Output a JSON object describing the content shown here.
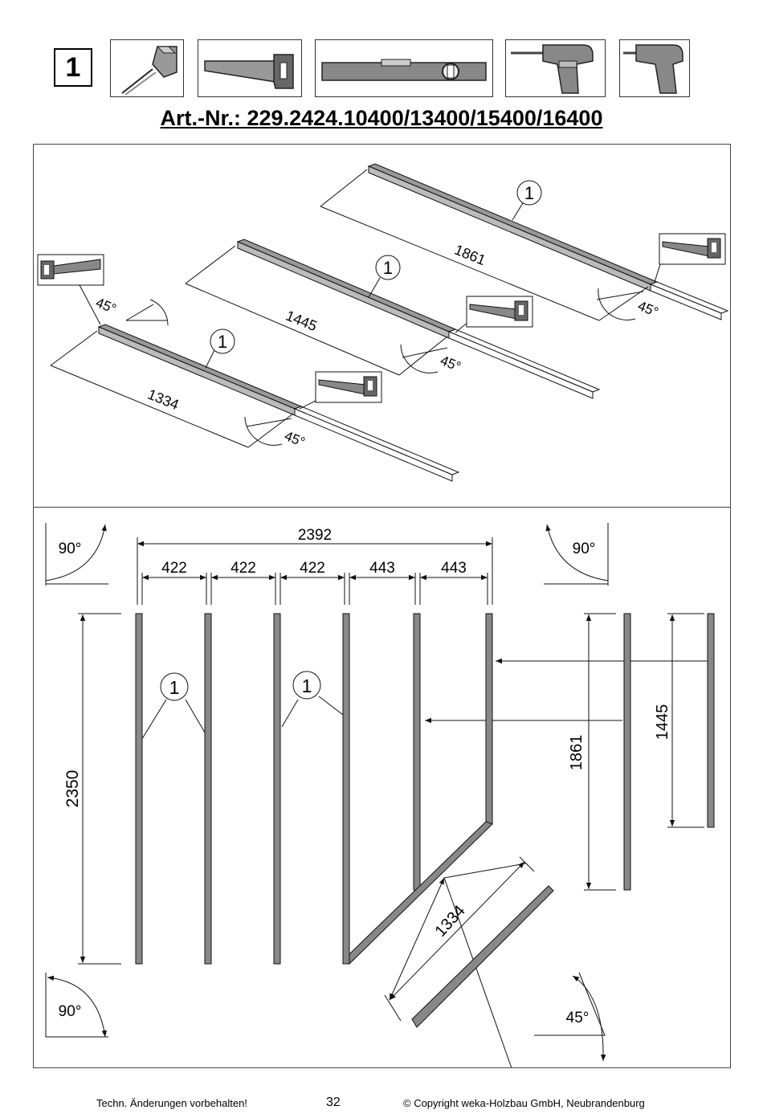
{
  "step_number": "1",
  "tools": [
    {
      "name": "tape-measure"
    },
    {
      "name": "hand-saw"
    },
    {
      "name": "spirit-level"
    },
    {
      "name": "drill"
    },
    {
      "name": "cordless-drill"
    }
  ],
  "article_line": "Art.-Nr.: 229.2424.10400/13400/15400/16400",
  "top_panel": {
    "part_number": "1",
    "lengths": [
      "1861",
      "1445",
      "1334"
    ],
    "angle": "45°"
  },
  "bottom_panel": {
    "total_width": "2392",
    "spacings": [
      "422",
      "422",
      "422",
      "443",
      "443"
    ],
    "height": "2350",
    "brace_length": "1334",
    "side_lengths": [
      "1861",
      "1445"
    ],
    "angles": [
      "90°",
      "90°",
      "90°",
      "45°"
    ],
    "part_number": "1"
  },
  "footer": {
    "left": "Techn. Änderungen vorbehalten!",
    "page": "32",
    "right": "© Copyright weka-Holzbau GmbH, Neubrandenburg"
  }
}
